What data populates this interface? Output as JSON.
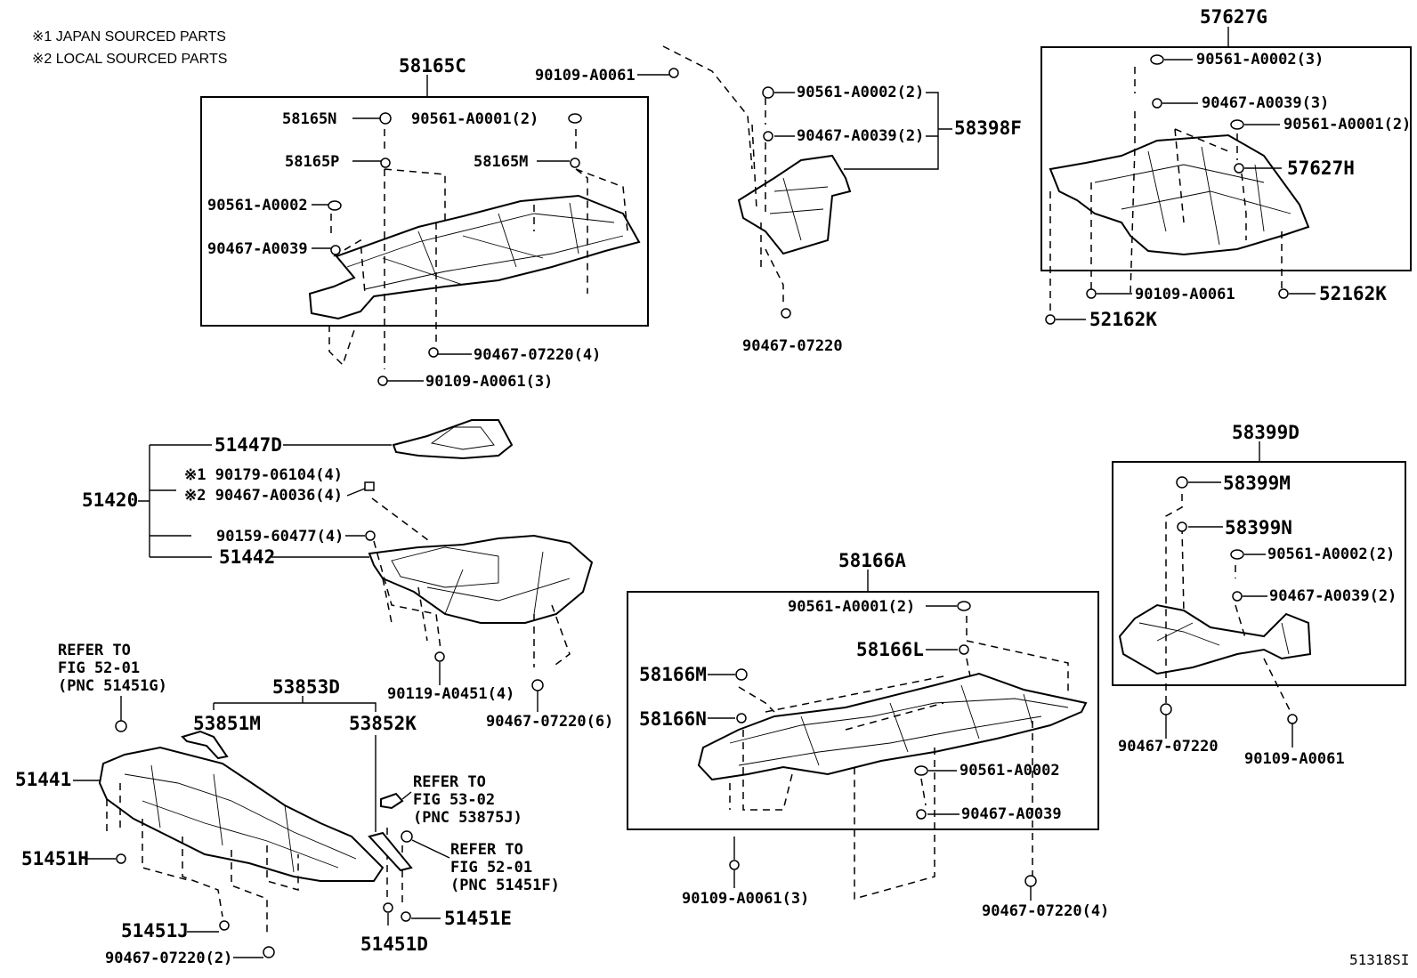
{
  "notes": {
    "n1": "※1  JAPAN SOURCED PARTS",
    "n2": "※2  LOCAL SOURCED PARTS"
  },
  "fig_number": "51318SI",
  "labels": {
    "p58165C": "58165C",
    "p58165N": "58165N",
    "p58165P": "58165P",
    "p58165M": "58165M",
    "p90561_A0001_2_a": "90561-A0001(2)",
    "p90561_A0002_a": "90561-A0002",
    "p90467_A0039_a": "90467-A0039",
    "p90467_07220_4_a": "90467-07220(4)",
    "p90109_A0061_3_a": "90109-A0061(3)",
    "p90109_A0061_a": "90109-A0061",
    "p90561_A0002_2_a": "90561-A0002(2)",
    "p90467_A0039_2_a": "90467-A0039(2)",
    "p58398F": "58398F",
    "p90467_07220_a": "90467-07220",
    "p57627G": "57627G",
    "p90561_A0002_3": "90561-A0002(3)",
    "p90467_A0039_3": "90467-A0039(3)",
    "p90561_A0001_2_b": "90561-A0001(2)",
    "p57627H": "57627H",
    "p90109_A0061_b": "90109-A0061",
    "p52162K_a": "52162K",
    "p52162K_b": "52162K",
    "p51447D": "51447D",
    "p51420": "51420",
    "p90179_06104_4": "※1 90179-06104(4)",
    "p90467_A0036_4": "※2 90467-A0036(4)",
    "p90159_60477_4": "90159-60477(4)",
    "p51442": "51442",
    "p90119_A0451_4": "90119-A0451(4)",
    "p90467_07220_6": "90467-07220(6)",
    "p58399D": "58399D",
    "p58399M": "58399M",
    "p58399N": "58399N",
    "p90561_A0002_2_b": "90561-A0002(2)",
    "p90467_A0039_2_b": "90467-A0039(2)",
    "p90467_07220_b": "90467-07220",
    "p90109_A0061_c": "90109-A0061",
    "p58166A": "58166A",
    "p90561_A0001_2_c": "90561-A0001(2)",
    "p58166L": "58166L",
    "p58166M": "58166M",
    "p58166N": "58166N",
    "p90561_A0002_b": "90561-A0002",
    "p90467_A0039_b": "90467-A0039",
    "p90109_A0061_3_b": "90109-A0061(3)",
    "p90467_07220_4_b": "90467-07220(4)",
    "p53853D": "53853D",
    "p53851M": "53851M",
    "p53852K": "53852K",
    "p51441": "51441",
    "p51451H": "51451H",
    "p51451J": "51451J",
    "p90467_07220_2": "90467-07220(2)",
    "p51451D": "51451D",
    "p51451E": "51451E",
    "ref1_l1": "REFER TO",
    "ref1_l2": "FIG 52-01",
    "ref1_l3": "(PNC 51451G)",
    "ref2_l1": "REFER TO",
    "ref2_l2": "FIG 53-02",
    "ref2_l3": "(PNC 53875J)",
    "ref3_l1": "REFER TO",
    "ref3_l2": "FIG 52-01",
    "ref3_l3": "(PNC 51451F)"
  }
}
